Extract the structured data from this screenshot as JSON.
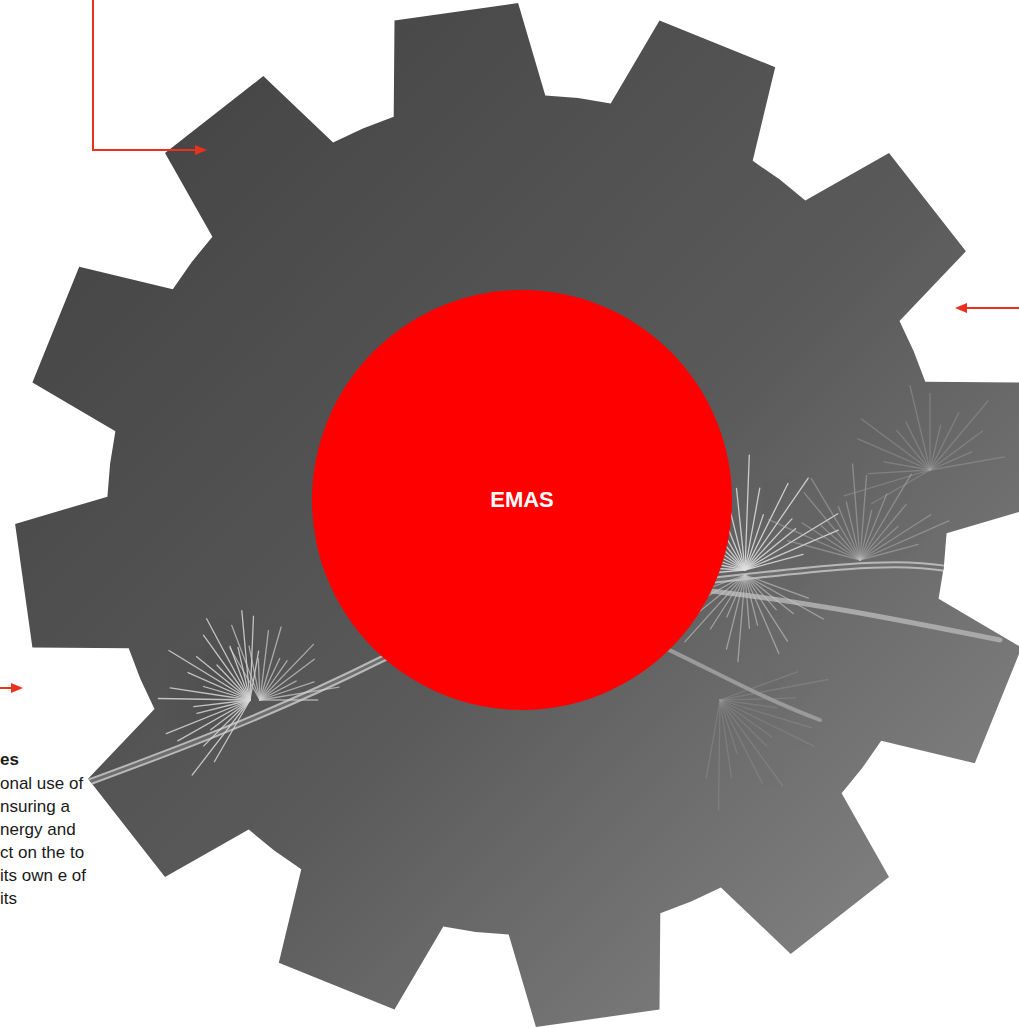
{
  "diagram": {
    "nodes": [
      {
        "text": [
          "EMAS"
        ]
      }
    ],
    "labels": [
      "es",
      "onal use of nsuring a nergy and ct on the to its own e of its"
    ]
  }
}
